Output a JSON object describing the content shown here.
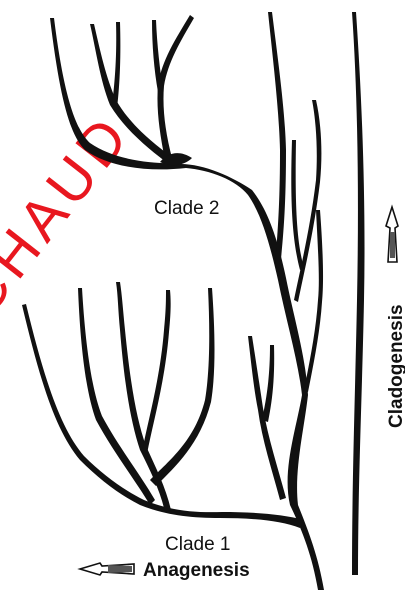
{
  "labels": {
    "clade2": "Clade 2",
    "clade1": "Clade 1",
    "anagenesis": "Anagenesis",
    "cladogenesis": "Cladogenesis"
  },
  "watermark": {
    "text": "CHAUD",
    "color": "#e8171f"
  },
  "colors": {
    "branch": "#111111",
    "watermark": "#e8171f"
  },
  "icons": {
    "anagenesis": "arrow-left-icon",
    "cladogenesis": "arrow-up-icon"
  }
}
